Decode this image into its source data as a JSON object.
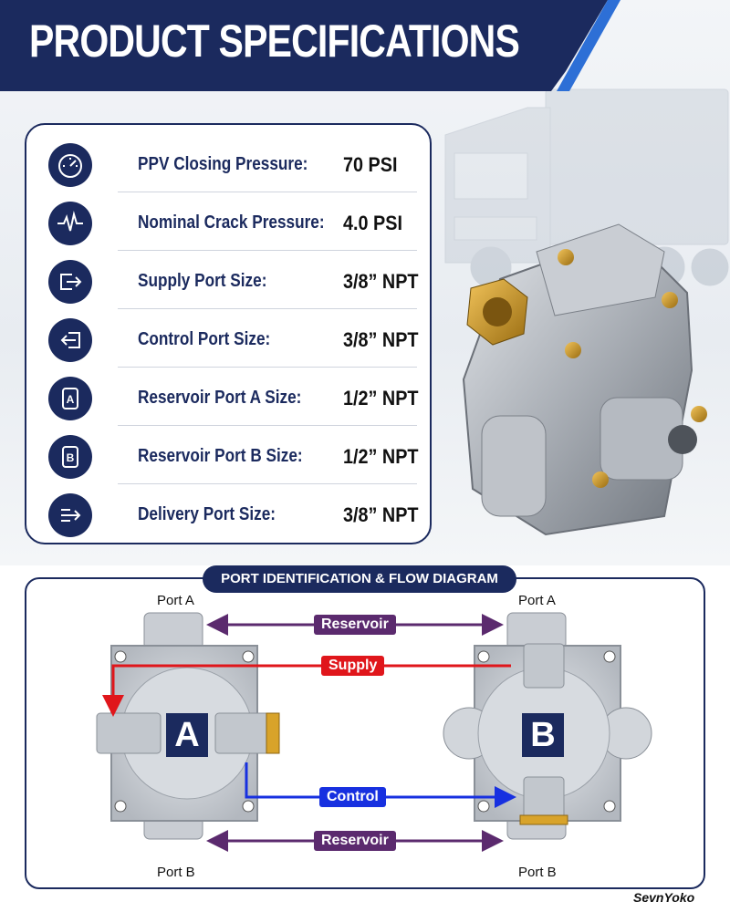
{
  "header": {
    "title": "PRODUCT SPECIFICATIONS"
  },
  "specs": [
    {
      "icon": "gauge-icon",
      "label": "PPV Closing Pressure:",
      "value": "70 PSI"
    },
    {
      "icon": "pulse-icon",
      "label": "Nominal Crack Pressure:",
      "value": "4.0 PSI"
    },
    {
      "icon": "port-out-icon",
      "label": "Supply Port Size:",
      "value": "3/8” NPT"
    },
    {
      "icon": "port-in-icon",
      "label": "Control Port Size:",
      "value": "3/8” NPT"
    },
    {
      "icon": "reservoir-a-icon",
      "label": "Reservoir Port A Size:",
      "value": "1/2” NPT"
    },
    {
      "icon": "reservoir-b-icon",
      "label": "Reservoir Port B Size:",
      "value": "1/2” NPT"
    },
    {
      "icon": "delivery-port-icon",
      "label": "Delivery Port Size:",
      "value": "3/8” NPT"
    }
  ],
  "diagram": {
    "title": "PORT IDENTIFICATION & FLOW DIAGRAM",
    "port_a_left": "Port A",
    "port_a_right": "Port A",
    "port_b_left": "Port B",
    "port_b_right": "Port B",
    "reservoir_top": "Reservoir",
    "supply": "Supply",
    "control": "Control",
    "reservoir_bottom": "Reservoir",
    "valve_a": "A",
    "valve_b": "B",
    "colors": {
      "reservoir": "#5b2a6e",
      "supply": "#e0161b",
      "control": "#1730e0",
      "navy": "#1b2a5e"
    }
  },
  "brand": "SevnYoko"
}
